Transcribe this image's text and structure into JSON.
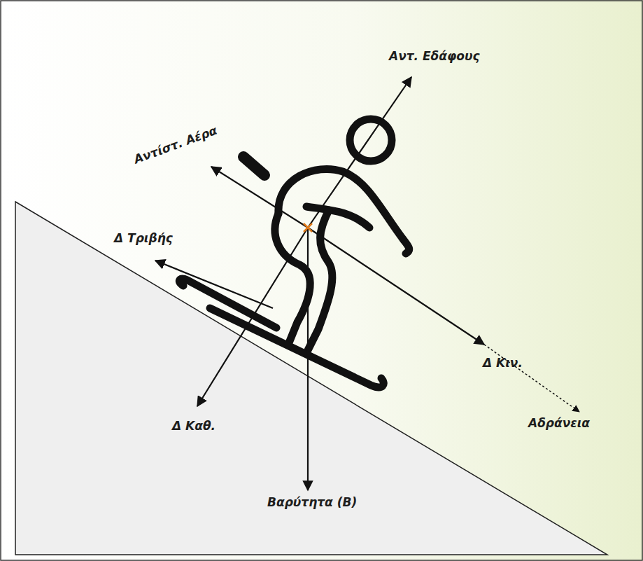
{
  "diagram": {
    "labels": [
      "Αντ. Εδάφους",
      "Αντίστ. Αέρα",
      "Δ Τριβής",
      "Δ Κιν.",
      "Αδράνεια",
      "Δ Καθ.",
      "Βαρύτητα (Β)"
    ]
  }
}
